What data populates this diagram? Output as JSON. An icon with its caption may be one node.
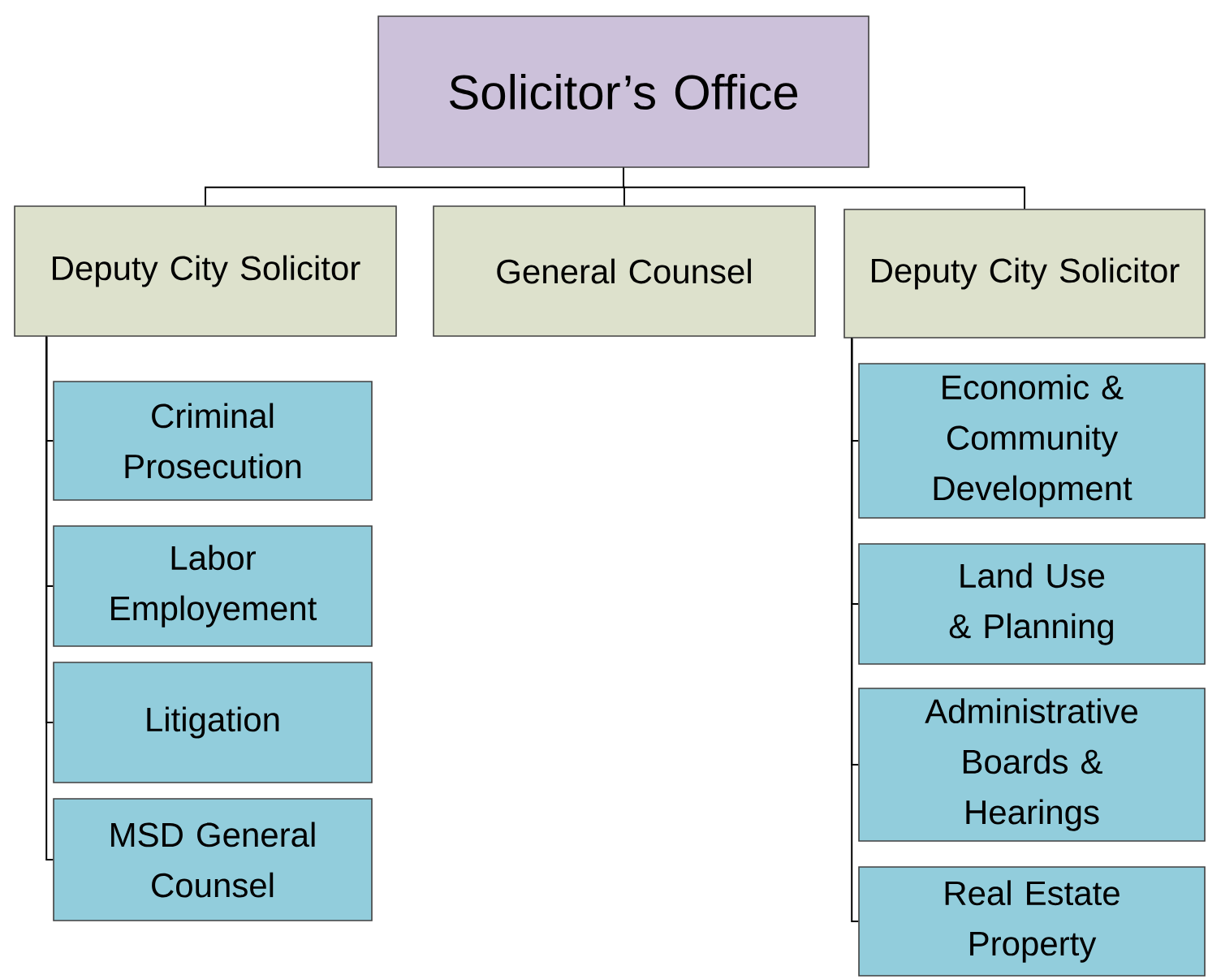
{
  "diagram": {
    "nodes": [
      {
        "text": [
          "Solicitor’s Office"
        ]
      },
      {
        "text": [
          "Deputy City Solicitor"
        ]
      },
      {
        "text": [
          "General Counsel"
        ]
      },
      {
        "text": [
          "Deputy City Solicitor"
        ]
      },
      {
        "text": [
          "Criminal Prosecution"
        ]
      },
      {
        "text": [
          "Labor Employement"
        ]
      },
      {
        "text": [
          "Litigation"
        ]
      },
      {
        "text": [
          "MSD General Counsel"
        ]
      },
      {
        "text": [
          "Economic & Community Development"
        ]
      },
      {
        "text": [
          "Land Use & Planning"
        ]
      },
      {
        "text": [
          "Administrative Boards & Hearings"
        ]
      },
      {
        "text": [
          "Real Estate Property"
        ]
      }
    ],
    "edges": [
      {
        "from": 0,
        "to": 1,
        "arrow": "none"
      },
      {
        "from": 0,
        "to": 2,
        "arrow": "none"
      },
      {
        "from": 0,
        "to": 3,
        "arrow": "none"
      },
      {
        "from": 1,
        "to": 4,
        "arrow": "none"
      },
      {
        "from": 1,
        "to": 5,
        "arrow": "none"
      },
      {
        "from": 1,
        "to": 6,
        "arrow": "none"
      },
      {
        "from": 1,
        "to": 7,
        "arrow": "none"
      },
      {
        "from": 3,
        "to": 8,
        "arrow": "none"
      },
      {
        "from": 3,
        "to": 9,
        "arrow": "none"
      },
      {
        "from": 3,
        "to": 10,
        "arrow": "none"
      },
      {
        "from": 3,
        "to": 11,
        "arrow": "none"
      }
    ]
  }
}
